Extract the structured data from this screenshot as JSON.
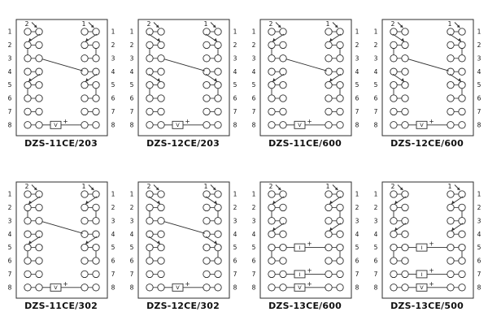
{
  "board": {
    "background": "#ffffff"
  },
  "colors": {
    "line": "#2e2e2e",
    "text": "#111111"
  },
  "pins": [
    "1",
    "2",
    "3",
    "4",
    "5",
    "6",
    "7",
    "8"
  ],
  "top_markers": {
    "left": "2",
    "right": "1"
  },
  "symbols": {
    "plus": "+"
  },
  "panels": [
    {
      "label": "DZS-11CE/203",
      "family": "11",
      "features": {
        "left_contacts": [
          0,
          3
        ],
        "right_contacts": [
          0,
          3
        ],
        "cross": true,
        "chain": [
          {
            "row": 7,
            "label": "V",
            "plus": true
          }
        ]
      }
    },
    {
      "label": "DZS-12CE/203",
      "family": "12",
      "features": {
        "left_contacts": [
          0,
          3
        ],
        "right_contacts": [
          0,
          3
        ],
        "cross": true,
        "chain": [
          {
            "row": 7,
            "label": "V",
            "plus": true
          }
        ]
      }
    },
    {
      "label": "DZS-11CE/600",
      "family": "11",
      "features": {
        "left_contacts": [
          0,
          3
        ],
        "right_contacts": [
          0,
          3
        ],
        "cross": true,
        "chain": [
          {
            "row": 7,
            "label": "V",
            "plus": true
          }
        ]
      }
    },
    {
      "label": "DZS-12CE/600",
      "family": "12",
      "features": {
        "left_contacts": [
          0,
          3
        ],
        "right_contacts": [
          0,
          3
        ],
        "cross": true,
        "chain": [
          {
            "row": 7,
            "label": "V",
            "plus": true
          }
        ]
      }
    },
    {
      "label": "DZS-11CE/302",
      "family": "11",
      "features": {
        "left_contacts": [
          0,
          3
        ],
        "right_contacts": [
          0,
          3
        ],
        "cross": true,
        "chain": [
          {
            "row": 7,
            "label": "V",
            "plus": true
          }
        ]
      }
    },
    {
      "label": "DZS-12CE/302",
      "family": "12",
      "features": {
        "left_contacts": [
          0,
          3
        ],
        "right_contacts": [
          0,
          3
        ],
        "cross": true,
        "chain": [
          {
            "row": 7,
            "label": "V",
            "plus": true
          }
        ]
      }
    },
    {
      "label": "DZS-13CE/600",
      "family": "13",
      "features": {
        "left_contacts": [
          0,
          2
        ],
        "right_contacts": [
          0,
          2
        ],
        "cross": false,
        "chain": [
          {
            "row": 4,
            "label": "I",
            "plus": true
          },
          {
            "row": 6,
            "label": "I",
            "plus": true
          },
          {
            "row": 7,
            "label": "V",
            "plus": true
          }
        ]
      }
    },
    {
      "label": "DZS-13CE/500",
      "family": "13",
      "features": {
        "left_contacts": [
          0,
          2
        ],
        "right_contacts": [
          0,
          2
        ],
        "cross": false,
        "chain": [
          {
            "row": 4,
            "label": "I",
            "plus": true
          },
          {
            "row": 6,
            "label": "I",
            "plus": true
          },
          {
            "row": 7,
            "label": "V",
            "plus": true
          }
        ]
      }
    }
  ]
}
